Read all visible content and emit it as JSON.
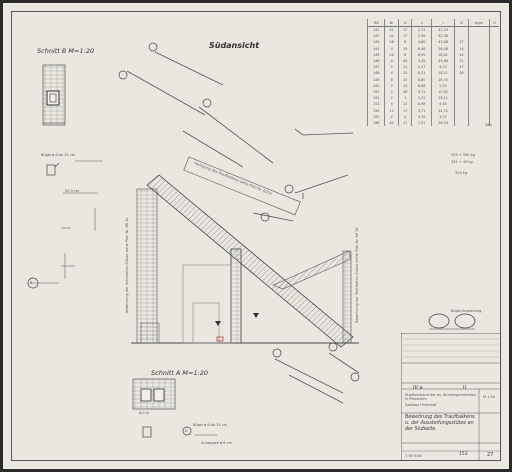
{
  "drawing": {
    "view_title": "Südansicht",
    "section_b_title": "Schnitt B  M=1:20",
    "section_a_title": "Schnitt A  M=1:20",
    "note_banner": "Verlegung des Traufbalkens siehe Plan Nr. 8214",
    "left_rebar_note": "Bewehrung der Stahlbeton-Stütze siehe Plan Nr. 86 14",
    "right_rebar_note": "Bewehrung der Stahlbeton-Stütze siehe Plan Nr. 86 14",
    "dim_labels": [
      "50,0 cm",
      "6,0 m"
    ],
    "detail_labels": [
      "Bügel ø 6 do 15 cm",
      "Bügel ø 6 do 15 cm",
      "Anhangelt ø 6 cm"
    ],
    "section_marks": [
      "B",
      "A"
    ],
    "spiral_label": "Bügel-Anordnung"
  },
  "steel_table": {
    "headers": [
      "Teil",
      "Nr",
      "Ø",
      "n",
      "l",
      "Σl",
      "kg/m",
      "G"
    ],
    "rows": [
      [
        "141",
        "41",
        "17",
        "2,71",
        "42,20",
        "",
        "",
        ""
      ],
      [
        "142",
        "41",
        "17",
        "2,96",
        "32,38",
        "",
        "",
        ""
      ],
      [
        "143",
        "46",
        "8",
        "4,80",
        "43,68",
        "17",
        "",
        ""
      ],
      [
        "144",
        "4",
        "10",
        "6,46",
        "26,48",
        "14",
        "",
        ""
      ],
      [
        "145",
        "20",
        "8",
        "6,95",
        "18,41",
        "44",
        "",
        ""
      ],
      [
        "146",
        "4",
        "43",
        "4,35",
        "43,68",
        "51",
        "",
        ""
      ],
      [
        "147",
        "2",
        "11",
        "2,47",
        "4,72",
        "47",
        "",
        ""
      ],
      [
        "148",
        "4",
        "13",
        "8,31",
        "18,11",
        "58",
        "",
        ""
      ],
      [
        "149",
        "6",
        "15",
        "6,80",
        "18,70",
        "",
        "",
        ""
      ],
      [
        "150",
        "2",
        "15",
        "6,66",
        "2,52",
        "",
        "",
        ""
      ],
      [
        "151",
        "2",
        "48",
        "3,71",
        "10,42",
        "",
        "",
        ""
      ],
      [
        "152",
        "2",
        "1",
        "5,22",
        "18,11",
        "",
        "",
        ""
      ],
      [
        "153",
        "4",
        "12",
        "6,98",
        "4,60",
        "",
        "",
        ""
      ],
      [
        "154",
        "12",
        "17",
        "3,71",
        "14,72",
        "",
        "",
        ""
      ],
      [
        "155",
        "2",
        "4",
        "3,70",
        "3,71",
        "",
        "",
        ""
      ],
      [
        "156",
        "61",
        "11",
        "7,41",
        "26,34",
        "",
        "",
        ""
      ]
    ],
    "total_label": "584",
    "summary": [
      "555 + 550 kg",
      "331 + 40 kg",
      "324  kg"
    ]
  },
  "title_block": {
    "project": "Stadtverband der ev. Kirchengemeinden in Pforzheim",
    "building": "Saalbau Hinterhof",
    "subject": "Bewehrung des Traufbalkens u. der Aussteifungsstütze an der Südseite.",
    "scale": "M 1:20",
    "plan_no": "27",
    "sheet": "153",
    "revision": "IV a",
    "sheet_marker": "II",
    "date": "7.90  5.65"
  }
}
